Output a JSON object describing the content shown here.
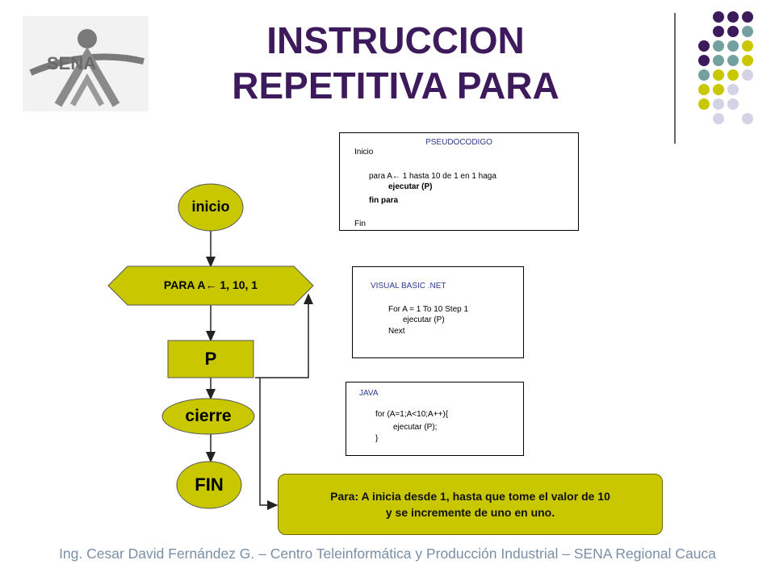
{
  "title": {
    "line1": "INSTRUCCION",
    "line2": "REPETITIVA PARA"
  },
  "logo": {
    "text": "SENA",
    "icon": "sena-logo"
  },
  "colors": {
    "title": "#3d1a5b",
    "olive": "#c9c800",
    "teal": "#74a09f",
    "purple": "#3d1a5b",
    "lavender": "#d4d3e6"
  },
  "flowchart": {
    "start": "inicio",
    "loop": "PARA  A← 1, 10, 1",
    "process": "P",
    "close": "cierre",
    "end": "FIN"
  },
  "pseudocode": {
    "header": "PSEUDOCODIGO",
    "lines": [
      "Inicio",
      "",
      "para A← 1 hasta 10 de 1 en 1 haga",
      "ejecutar (P)",
      "fin para",
      "",
      "Fin"
    ]
  },
  "vbnet": {
    "header": "VISUAL BASIC .NET",
    "lines": [
      "For A = 1 To 10 Step 1",
      "ejecutar (P)",
      "Next"
    ]
  },
  "java": {
    "header": "JAVA",
    "lines": [
      "for (A=1;A<10;A++){",
      "ejecutar (P);",
      "}"
    ]
  },
  "note": {
    "line1": "Para:  A inicia desde 1, hasta que tome el valor de 10",
    "line2": "y se incremente de uno en uno."
  },
  "footer": "Ing. Cesar David Fernández G. – Centro Teleinformática y Producción Industrial – SENA Regional Cauca"
}
